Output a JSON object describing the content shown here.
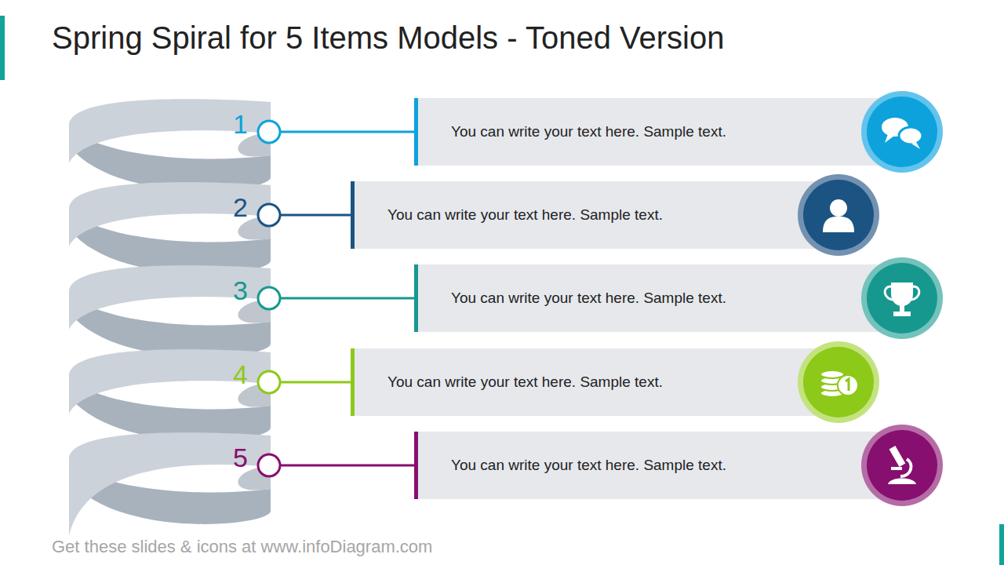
{
  "diagram": {
    "title": "Spring Spiral for 5 Items Models - Toned Version",
    "nodes": [
      {
        "text": [
          "You can write your text here. Sample text."
        ]
      },
      {
        "text": [
          "You can write your text here. Sample text."
        ]
      },
      {
        "text": [
          "You can write your text here. Sample text."
        ]
      },
      {
        "text": [
          "You can write your text here. Sample text."
        ]
      },
      {
        "text": [
          "You can write your text here. Sample text."
        ]
      }
    ],
    "labels": [
      "1",
      "2",
      "3",
      "4",
      "5",
      "Get these slides & icons at www.infoDiagram.com"
    ]
  }
}
